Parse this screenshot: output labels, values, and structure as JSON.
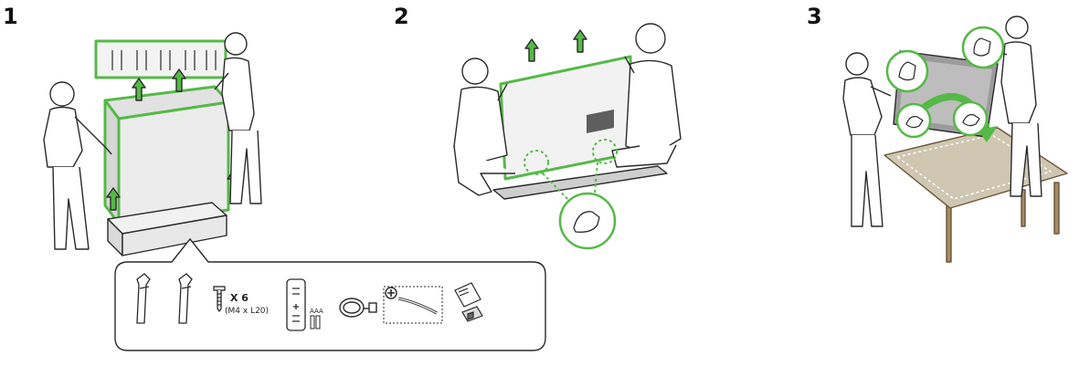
{
  "steps": [
    {
      "number": "1"
    },
    {
      "number": "2"
    },
    {
      "number": "3"
    }
  ],
  "accessories": {
    "screw_count": "X 6",
    "screw_size": "(M4 x L20)",
    "battery_label": "AAA"
  },
  "colors": {
    "accent_green": "#55b947",
    "line": "#2a2a2a",
    "gray_fill": "#e9e9e9",
    "table_top": "#cfc7b2",
    "table_wood": "#a58a68"
  },
  "icons": [
    "up-arrow-icon",
    "curved-arrow-icon",
    "plus-icon",
    "zoom-circle-icon"
  ]
}
